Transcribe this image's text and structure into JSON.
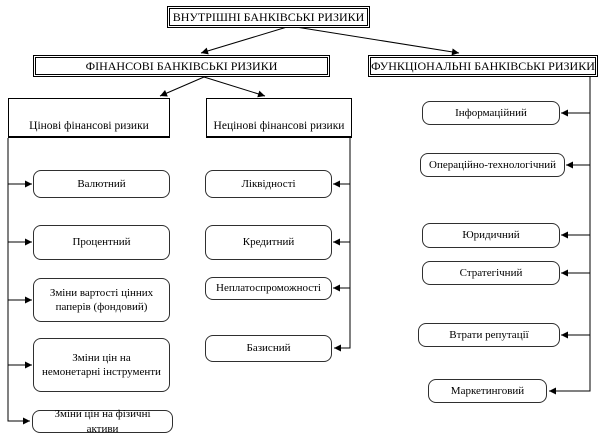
{
  "diagram": {
    "title": "ВНУТРІШНІ БАНКІВСЬКІ РИЗИКИ",
    "branches": {
      "financial": {
        "label": "ФІНАНСОВІ БАНКІВСЬКІ РИЗИКИ"
      },
      "functional": {
        "label": "ФУНКЦІОНАЛЬНІ БАНКІВСЬКІ РИЗИКИ"
      }
    },
    "groups": {
      "price": {
        "label": "Цінові фінансові ризики",
        "items": [
          "Валютний",
          "Процентний",
          "Зміни вартості цінних паперів (фондовий)",
          "Зміни цін на немонетарні інструменти",
          "Зміни цін на фізичні активи"
        ]
      },
      "nonprice": {
        "label": "Нецінові фінансові ризики",
        "items": [
          "Ліквідності",
          "Кредитний",
          "Неплатоспроможності",
          "Базисний"
        ]
      },
      "functional": {
        "items": [
          "Інформаційний",
          "Операційно-технологічний",
          "Юридичний",
          "Стратегічний",
          "Втрати репутації",
          "Маркетинговий"
        ]
      }
    },
    "colors": {
      "line": "#000000",
      "box_border": "#000000",
      "box_bg": "#ffffff",
      "text": "#000000"
    }
  }
}
